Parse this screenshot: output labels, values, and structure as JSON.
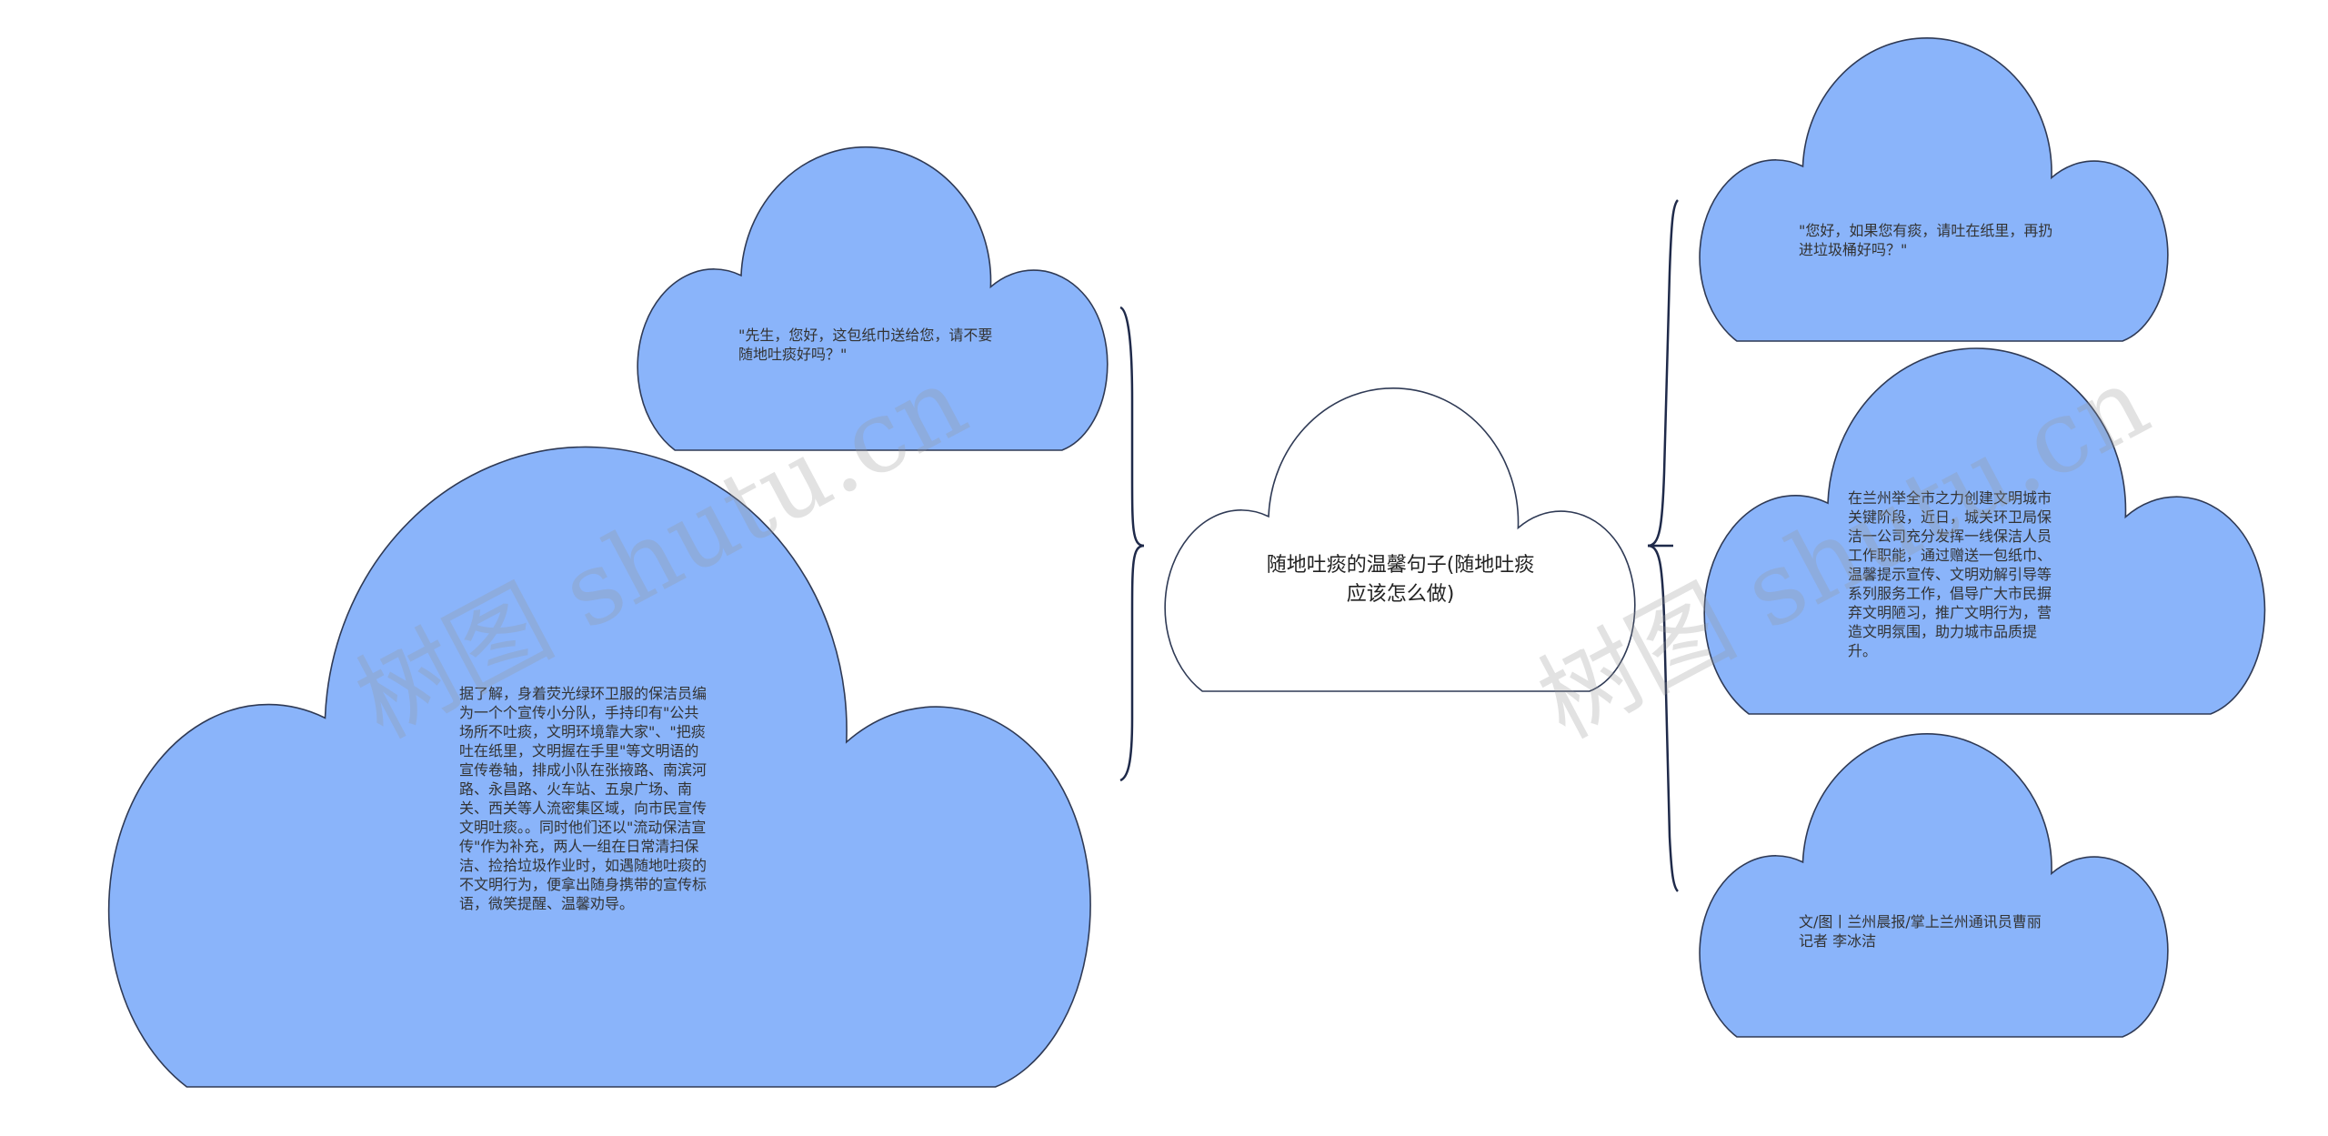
{
  "center_topic": "随地吐痰的温馨句子(随地吐痰应该怎么做)",
  "left_nodes": [
    {
      "text": "\"先生，您好，这包纸巾送给您，请不要随地吐痰好吗？\""
    },
    {
      "text": "据了解，身着荧光绿环卫服的保洁员编为一个个宣传小分队，手持印有\"公共场所不吐痰，文明环境靠大家\"、\"把痰吐在纸里，文明握在手里\"等文明语的宣传卷轴，排成小队在张掖路、南滨河路、永昌路、火车站、五泉广场、南关、西关等人流密集区域，向市民宣传文明吐痰。。同时他们还以\"流动保洁宣传\"作为补充，两人一组在日常清扫保洁、捡拾垃圾作业时，如遇随地吐痰的不文明行为，便拿出随身携带的宣传标语，微笑提醒、温馨劝导。"
    }
  ],
  "right_nodes": [
    {
      "text": "\"您好，如果您有痰，请吐在纸里，再扔进垃圾桶好吗？\""
    },
    {
      "text": "在兰州举全市之力创建文明城市关键阶段，近日，城关环卫局保洁一公司充分发挥一线保洁人员工作职能，通过赠送一包纸巾、温馨提示宣传、文明劝解引导等系列服务工作，倡导广大市民摒弃文明陋习，推广文明行为，营造文明氛围，助力城市品质提升。"
    },
    {
      "text": "文/图丨兰州晨报/掌上兰州通讯员曹丽 记者 李冰洁"
    }
  ],
  "watermark": "树图 shutu.cn",
  "colors": {
    "cloud_fill": "#8ab4fa",
    "cloud_stroke": "#2f3a55",
    "center_fill": "#ffffff",
    "connector": "#1f2a4a"
  }
}
